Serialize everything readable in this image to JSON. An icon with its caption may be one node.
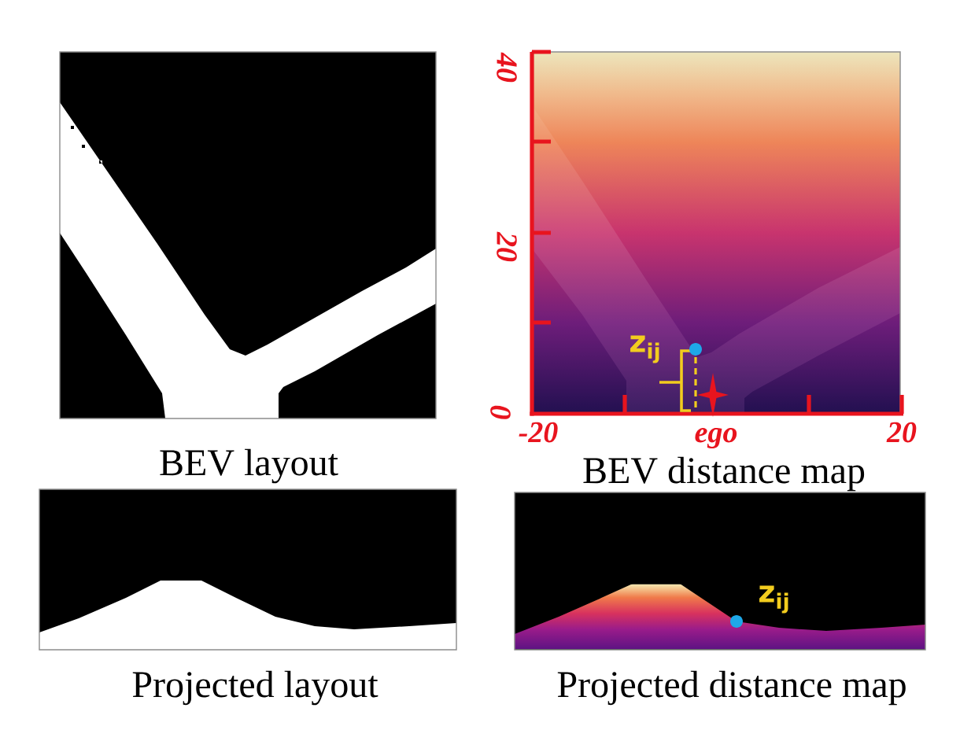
{
  "diagram": {
    "labels": [
      "40",
      "20",
      "z$_{ij}$",
      "0",
      "-20",
      "ego",
      "20",
      "BEV layout",
      "BEV distance map",
      "z$_{ij}$",
      "Projected layout",
      "Projected distance map"
    ]
  }
}
